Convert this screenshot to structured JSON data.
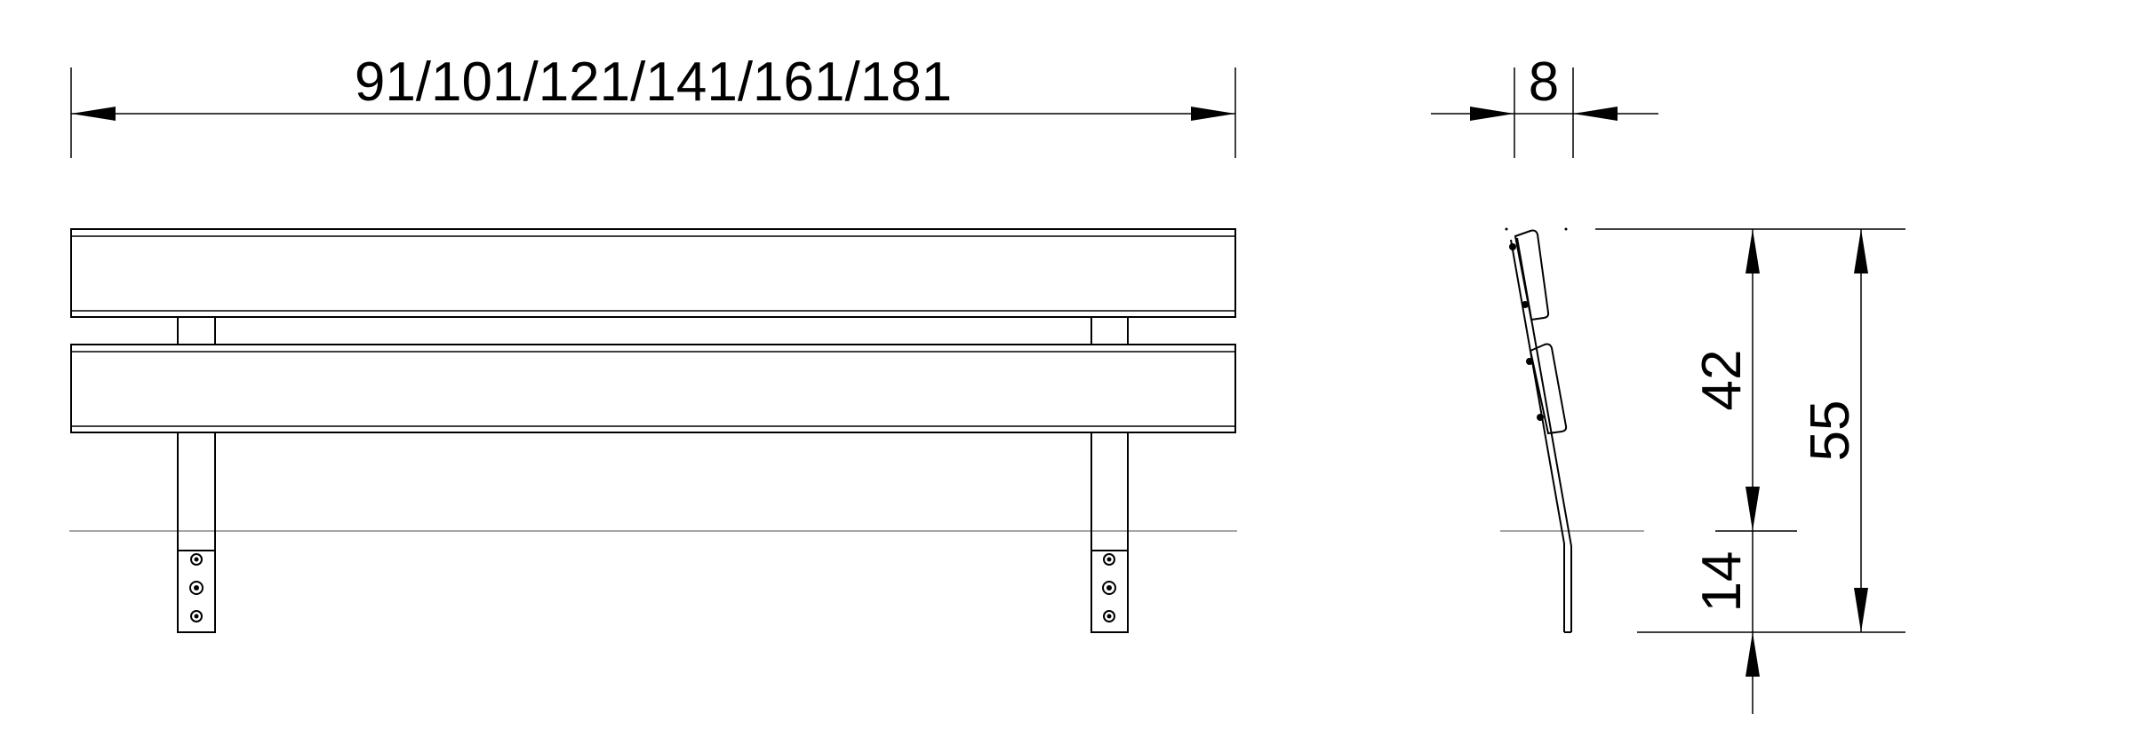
{
  "dimensions": {
    "length": "91/101/121/141/161/181",
    "depth": "8",
    "backrest_height": "42",
    "total_height": "55",
    "embedded_depth": "14"
  },
  "colors": {
    "line": "#000000",
    "ground_line": "#a6a6a6",
    "background": "#ffffff"
  }
}
